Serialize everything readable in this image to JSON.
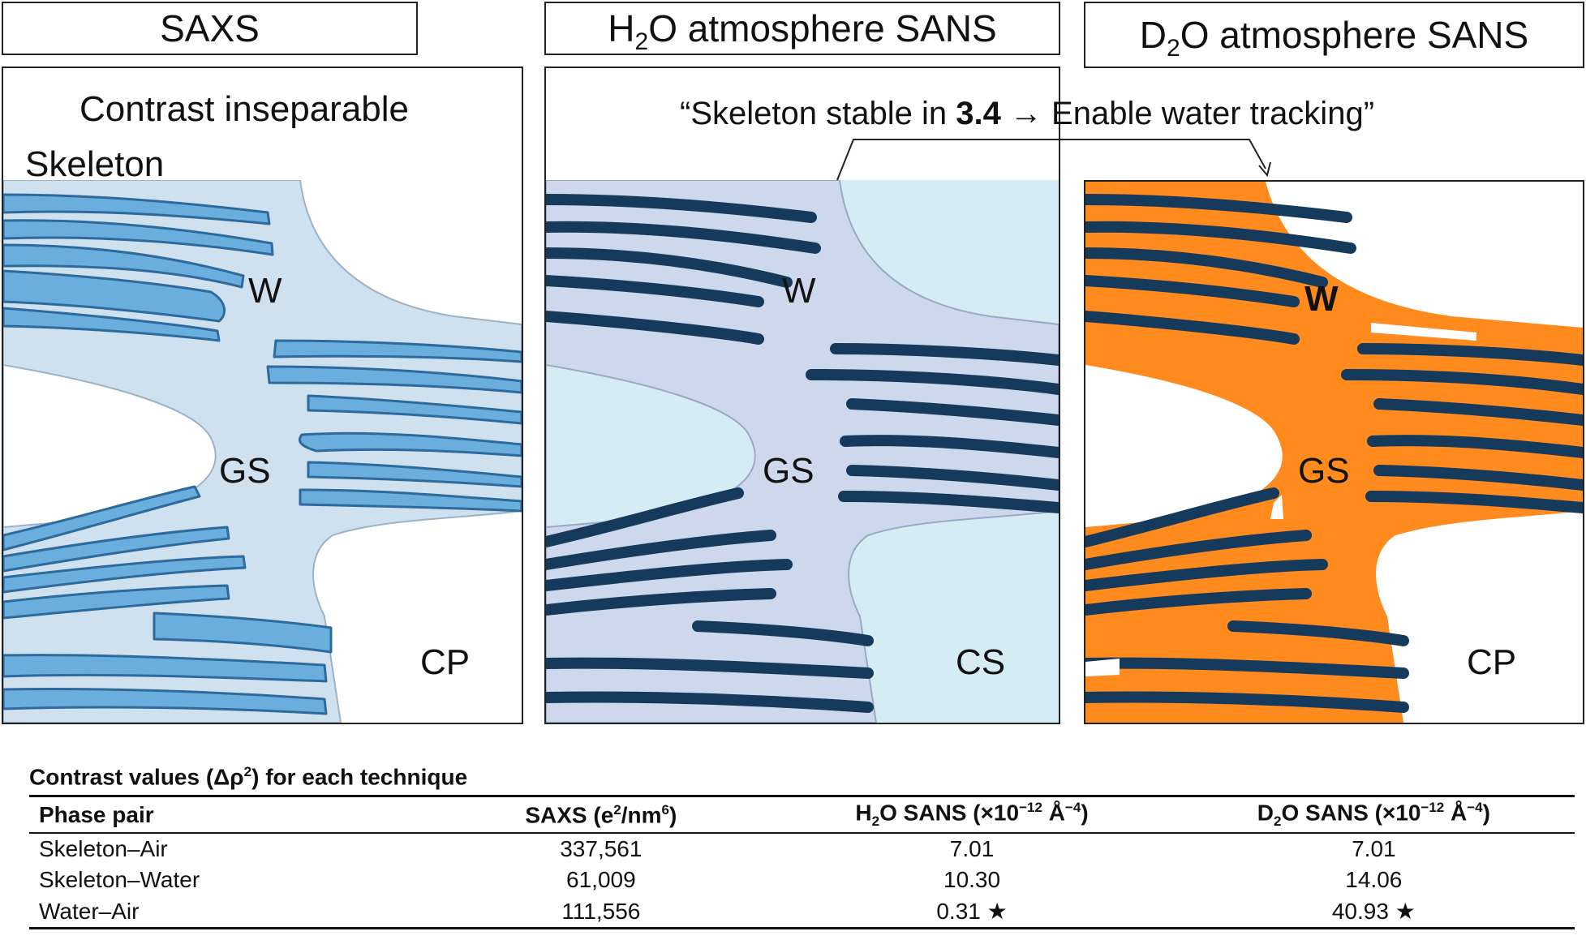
{
  "colors": {
    "saxs_stack": "#6aaedd",
    "saxs_stack_dark": "#3f7fb3",
    "saxs_water": "#cfe0ef",
    "h2o_stack": "#163a5c",
    "h2o_water": "#cdd8ec",
    "h2o_bg": "#d6ecf5",
    "d2o_water": "#ff8a1e",
    "d2o_stack": "#163a5c"
  },
  "panels": {
    "saxs": {
      "title": "SAXS",
      "note_line1": "Contrast inseparable",
      "note_line2": "Skeleton",
      "labels": {
        "w": "W",
        "gs": "GS",
        "cp": "CP"
      }
    },
    "h2o": {
      "title_pre": "H",
      "title_sub": "2",
      "title_post": "O atmosphere SANS",
      "labels": {
        "w": "W",
        "gs": "GS",
        "cs": "CS"
      }
    },
    "d2o": {
      "title_pre": "D",
      "title_sub": "2",
      "title_post": "O atmosphere SANS",
      "labels": {
        "w": "W",
        "gs": "GS",
        "cp": "CP"
      }
    }
  },
  "quote": {
    "pre": "“Skeleton stable in ",
    "bold": "3.4",
    "post": " → Enable water tracking”"
  },
  "table": {
    "title_pre": "Contrast values (Δρ",
    "title_sup": "2",
    "title_post": ") for each technique",
    "headers": {
      "phase": "Phase pair",
      "saxs_pre": "SAXS (e",
      "saxs_sup1": "2",
      "saxs_mid": "/nm",
      "saxs_sup2": "6",
      "saxs_post": ")",
      "h2o_pre": "H",
      "h2o_sub": "2",
      "h2o_mid": "O SANS (×10",
      "h2o_sup1": "−12",
      "h2o_mid2": " Å",
      "h2o_sup2": "−4",
      "h2o_post": ")",
      "d2o_pre": "D",
      "d2o_sub": "2",
      "d2o_mid": "O SANS (×10",
      "d2o_sup1": "−12",
      "d2o_mid2": " Å",
      "d2o_sup2": "−4",
      "d2o_post": ")"
    },
    "rows": [
      {
        "pair": "Skeleton–Air",
        "saxs": "337,561",
        "h2o": "7.01",
        "d2o": "7.01"
      },
      {
        "pair": "Skeleton–Water",
        "saxs": "61,009",
        "h2o": "10.30",
        "d2o": "14.06"
      },
      {
        "pair": "Water–Air",
        "saxs": "111,556",
        "h2o": "0.31 ★",
        "d2o": "40.93 ★"
      }
    ]
  }
}
